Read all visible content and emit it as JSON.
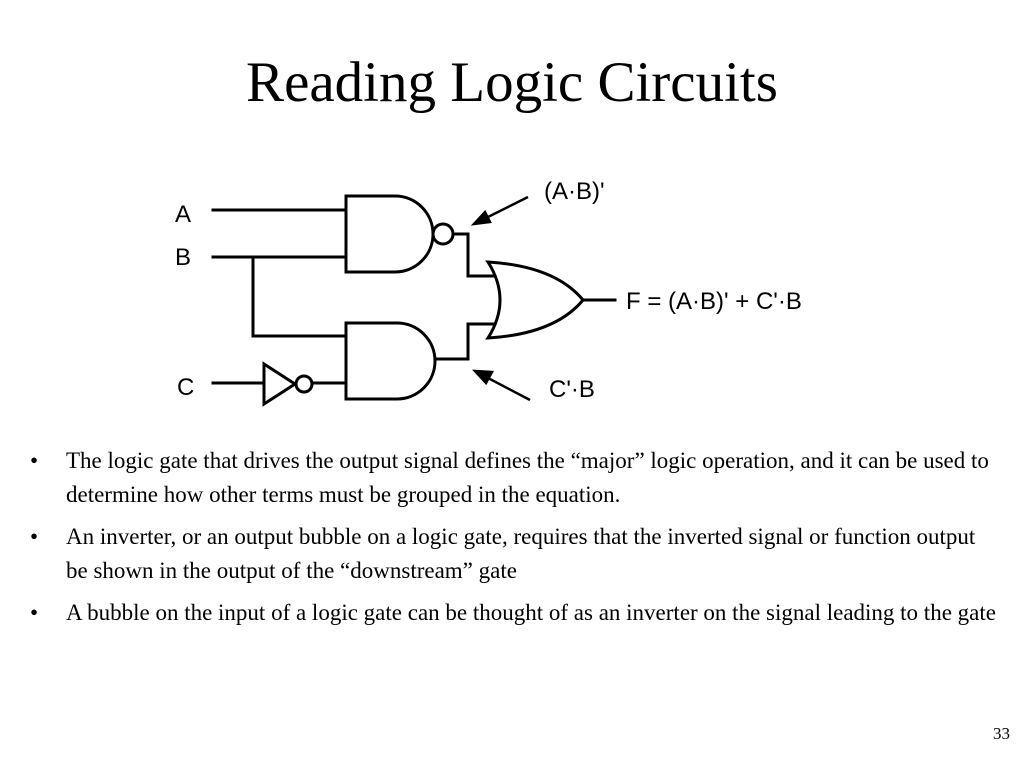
{
  "slide": {
    "title": "Reading Logic Circuits",
    "page_number": "33"
  },
  "diagram": {
    "inputs": [
      "A",
      "B",
      "C"
    ],
    "labels": {
      "nand_output": "(A·B)'",
      "and_output": "C'·B",
      "final_output": "F = (A·B)' + C'·B"
    },
    "gates": [
      "nand-gate",
      "and-gate",
      "or-gate",
      "inverter"
    ]
  },
  "bullets": [
    {
      "mark": "•",
      "text": "The logic gate that drives the output signal defines the “major” logic operation, and it can be used to determine how other terms must be grouped in the equation."
    },
    {
      "mark": "•",
      "text": "An inverter, or an output bubble on a logic gate, requires that the inverted signal or function output be shown in the output of the “downstream” gate"
    },
    {
      "mark": "•",
      "text": "A bubble on the input of a logic gate can be thought of as an inverter on the signal leading to the gate"
    }
  ]
}
